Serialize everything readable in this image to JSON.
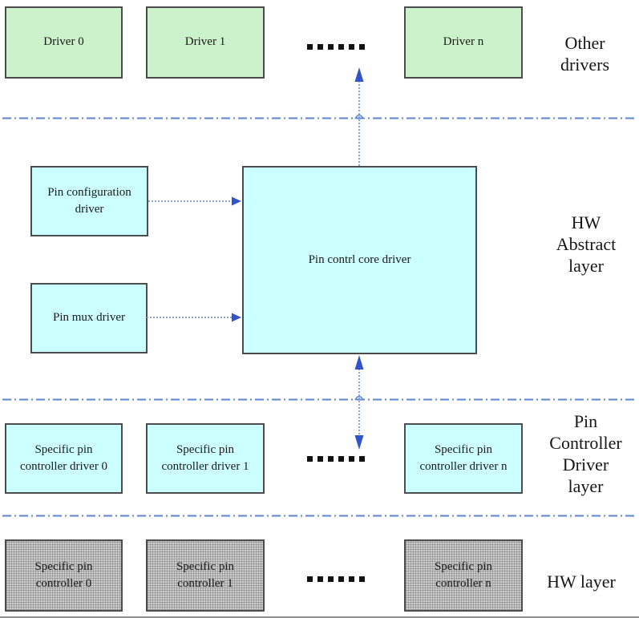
{
  "title": "Pin control subsystem layer diagram",
  "colors": {
    "green_box": "#ccf2cc",
    "cyan_box": "#ccffff",
    "gray_box": "#cccccc",
    "box_border": "#4c4c4c",
    "separator_blue": "#5b86d2",
    "arrow_line": "#8ba4e2",
    "arrow_head": "#3354c8",
    "dots": "#111111",
    "bottom_edge": "#8f8f8f"
  },
  "rows": {
    "other_drivers": {
      "layer_label_lines": [
        "Other",
        "drivers"
      ],
      "boxes": [
        {
          "label": "Driver 0"
        },
        {
          "label": "Driver 1"
        },
        {
          "label": "Driver n"
        }
      ],
      "dots": "......"
    },
    "hw_abstract": {
      "layer_label_lines": [
        "HW",
        "Abstract",
        "layer"
      ],
      "config_box": {
        "label": "Pin configuration driver"
      },
      "mux_box": {
        "label": "Pin mux driver"
      },
      "core_box": {
        "label": "Pin contrl core driver"
      }
    },
    "pin_controller_driver": {
      "layer_label_lines": [
        "Pin",
        "Controller",
        "Driver",
        "layer"
      ],
      "boxes": [
        {
          "label": "Specific pin controller driver 0"
        },
        {
          "label": "Specific pin controller driver 1"
        },
        {
          "label": "Specific pin controller driver n"
        }
      ],
      "dots": "......"
    },
    "hw_layer": {
      "layer_label_lines": [
        "HW layer"
      ],
      "boxes": [
        {
          "label": "Specific pin controller 0"
        },
        {
          "label": "Specific pin controller 1"
        },
        {
          "label": "Specific pin controller n"
        }
      ],
      "dots": "......"
    }
  }
}
